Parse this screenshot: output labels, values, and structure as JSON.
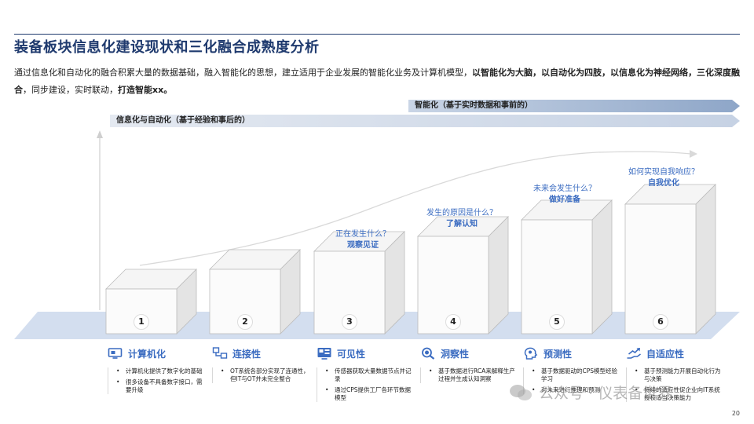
{
  "title": "装备板块信息化建设现状和三化融合成熟度分析",
  "intro": {
    "p1": "通过信息化和自动化的融合积累大量的数据基础，融入智能化的思想，建立适用于企业发展的智能化业务及计算机模型，",
    "b1": "以智能化为大脑，以自动化为四肢，以信息化为神经网络，三化深度融合",
    "p2": "，同步建设，实时联动，",
    "b2": "打造智能xx。"
  },
  "bands": {
    "smart": "智能化（基于实时数据和事前的）",
    "info": "信息化与自动化（基于经验和事后的）"
  },
  "questions": [
    {
      "q": "正在发生什么？",
      "a": "观察见证"
    },
    {
      "q": "发生的原因是什么？",
      "a": "了解认知"
    },
    {
      "q": "未来会发生什么？",
      "a": "做好准备"
    },
    {
      "q": "如何实现自我响应？",
      "a": "自我优化"
    }
  ],
  "steps": [
    "1",
    "2",
    "3",
    "4",
    "5",
    "6"
  ],
  "capabilities": [
    {
      "label": "计算机化",
      "icon": "computer-icon",
      "items": [
        "计算机化提供了数字化的基础",
        "很多设备不具备数字接口，需要升级"
      ]
    },
    {
      "label": "连接性",
      "icon": "network-icon",
      "items": [
        "OT系统各部分实现了连通性，但IT与OT并未完全整合"
      ]
    },
    {
      "label": "可见性",
      "icon": "dashboard-icon",
      "items": [
        "传感器获取大量数据节点并记录",
        "通过CPS提供工厂各环节数据模型"
      ]
    },
    {
      "label": "洞察性",
      "icon": "magnifier-icon",
      "items": [
        "基于数据进行RCA来解释生产过程并生成认知洞察"
      ]
    },
    {
      "label": "预测性",
      "icon": "head-icon",
      "items": [
        "基于数据驱动的CPS模型经验学习",
        "对未来进行推理和预测"
      ]
    },
    {
      "label": "自适应性",
      "icon": "hand-growth-icon",
      "items": [
        "基于预测能力开展自动化行为与决策",
        "持续的适应性促企业向IT系统授权适当决策能力"
      ]
    }
  ],
  "watermark": "公众号 · 仪表备世界",
  "page_number": "20",
  "colors": {
    "accent": "#3b6cc1",
    "title": "#1f3a6e"
  }
}
